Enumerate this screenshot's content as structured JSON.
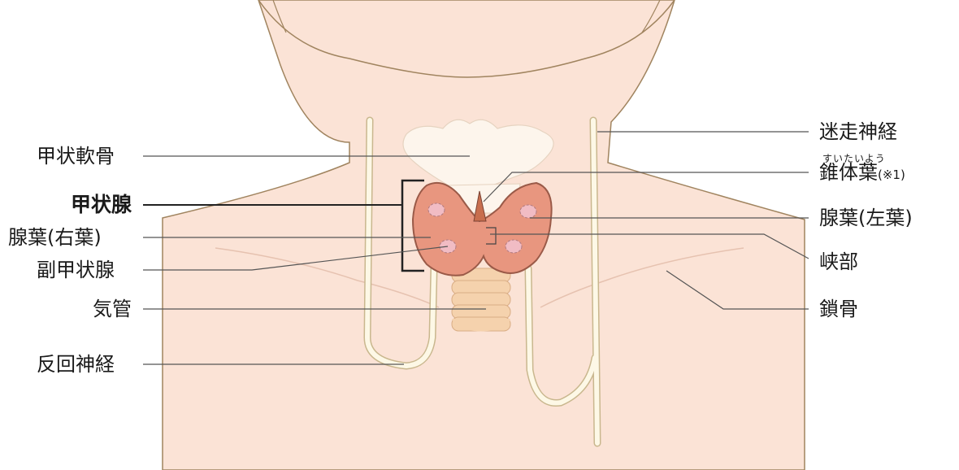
{
  "diagram": {
    "labels": {
      "thyroid_cartilage": "甲状軟骨",
      "thyroid_gland": "甲状腺",
      "right_lobe": "腺葉(右葉)",
      "parathyroid": "副甲状腺",
      "trachea": "気管",
      "recurrent_nerve": "反回神経",
      "vagus_nerve": "迷走神経",
      "pyramidal_lobe_reading": "すいたいよう",
      "pyramidal_lobe": "錐体葉",
      "pyramidal_lobe_note": "(※1)",
      "left_lobe": "腺葉(左葉)",
      "isthmus": "峡部",
      "clavicle": "鎖骨"
    },
    "colors": {
      "skin": "#fbe3d6",
      "outline": "#a0845f",
      "cartilage": "#fdf5ec",
      "gland": "#e8967f",
      "gland_outline": "#9a5a48",
      "parathyroid": "#f1bcc4",
      "trachea_ring": "#f5d2ad",
      "nerve": "#fdf8e6",
      "nerve_outline": "#c9b78e"
    }
  }
}
